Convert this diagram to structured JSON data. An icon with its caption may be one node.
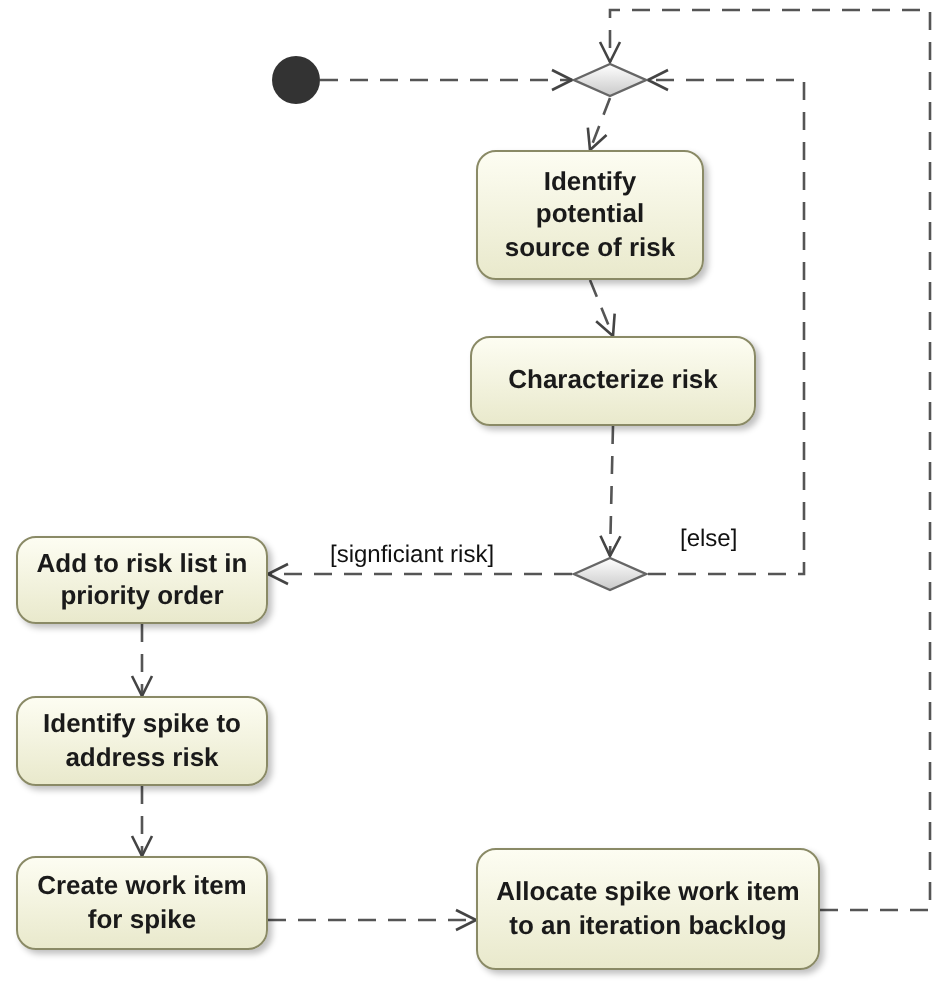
{
  "diagram": {
    "nodes": [
      {
        "text": [],
        "shape": "circle"
      },
      {
        "text": [],
        "shape": "diamond"
      },
      {
        "text": [
          "Identify potential source of risk"
        ]
      },
      {
        "text": [
          "Characterize risk"
        ]
      },
      {
        "text": [],
        "shape": "diamond"
      },
      {
        "text": [
          "Add to risk list in priority order"
        ]
      },
      {
        "text": [
          "Identify spike to address risk"
        ]
      },
      {
        "text": [
          "Create work item for spike"
        ]
      },
      {
        "text": [
          "Allocate spike work item to an iteration backlog"
        ]
      }
    ],
    "edges": [
      {
        "from": 0,
        "to": 1,
        "arrow": "to",
        "style": "dashed"
      },
      {
        "from": 1,
        "to": 2,
        "arrow": "to",
        "style": "dashed"
      },
      {
        "from": 2,
        "to": 3,
        "arrow": "to",
        "style": "dashed"
      },
      {
        "from": 3,
        "to": 4,
        "arrow": "to",
        "style": "dashed"
      },
      {
        "from": 4,
        "to": 5,
        "arrow": "to",
        "style": "dashed",
        "label": "[signficiant risk]"
      },
      {
        "from": 4,
        "to": 1,
        "arrow": "to",
        "style": "dashed",
        "label": "[else]"
      },
      {
        "from": 5,
        "to": 6,
        "arrow": "to",
        "style": "dashed"
      },
      {
        "from": 6,
        "to": 7,
        "arrow": "to",
        "style": "dashed"
      },
      {
        "from": 7,
        "to": 8,
        "arrow": "to",
        "style": "dashed"
      },
      {
        "from": 8,
        "to": 1,
        "arrow": "to",
        "style": "dashed"
      }
    ]
  }
}
